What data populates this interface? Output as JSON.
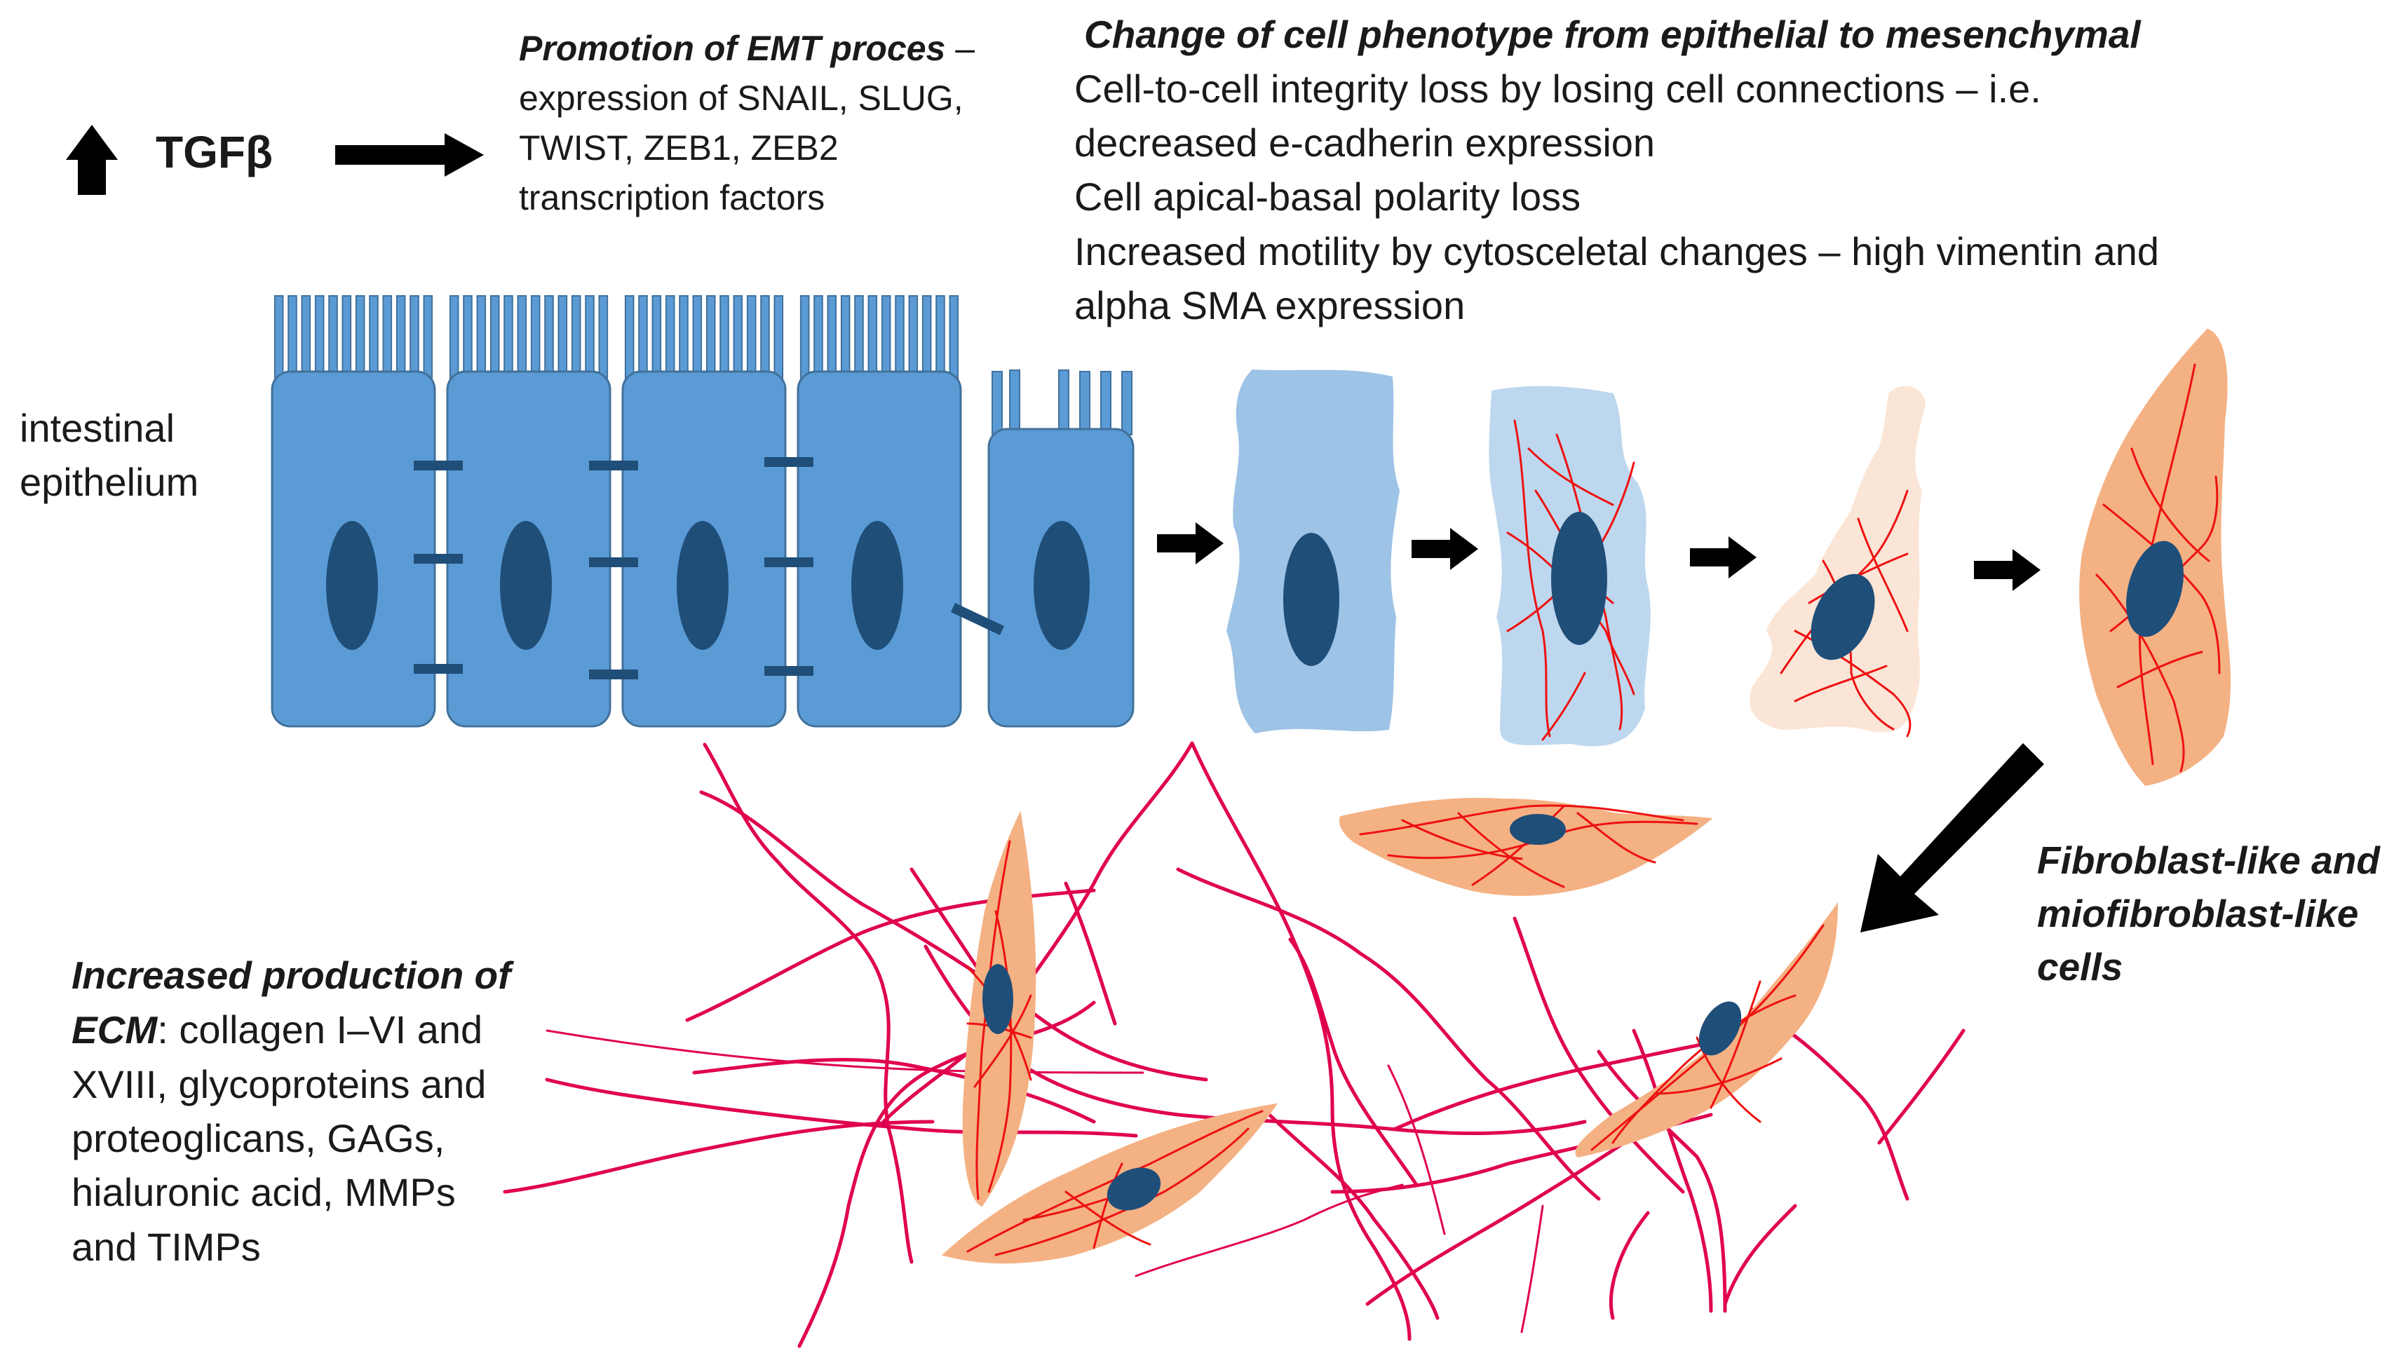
{
  "tgf": {
    "label": "TGFβ"
  },
  "emt_promotion": {
    "title": "Promotion of EMT proces",
    "dash": "–",
    "lines": [
      "expression of SNAIL, SLUG,",
      "TWIST, ZEB1, ZEB2",
      "transcription factors"
    ]
  },
  "phenotype": {
    "title": "Change of cell phenotype from epithelial to mesenchymal",
    "lines": [
      "Cell-to-cell integrity loss by losing cell connections – i.e.",
      "decreased e-cadherin expression",
      "Cell apical-basal polarity loss",
      "Increased motility by cytosceletal changes – high vimentin and",
      "alpha SMA expression"
    ]
  },
  "epithelium": {
    "lines": [
      "intestinal",
      "epithelium"
    ]
  },
  "fibroblast": {
    "lines": [
      "Fibroblast-like and",
      "miofibroblast-like",
      "cells"
    ]
  },
  "ecm": {
    "title_line1": "Increased production of",
    "title_line2_bold": "ECM",
    "title_line2_rest": ": collagen I–VI and",
    "lines": [
      "XVIII, glycoproteins and",
      "proteoglicans, GAGs,",
      "hialuronic acid, MMPs",
      "and TIMPs"
    ]
  },
  "colors": {
    "epithelial_cell": "#5b9bd5",
    "epithelial_border": "#41719c",
    "nucleus": "#1f4e79",
    "transition_cell_1": "#9dc3e6",
    "transition_cell_2": "#bdd7ee",
    "transition_cell_3": "#fbe5d6",
    "mesenchymal_cell": "#f4b183",
    "fiber": "#e0004f",
    "actin": "#ee1111",
    "arrow": "#000000"
  }
}
